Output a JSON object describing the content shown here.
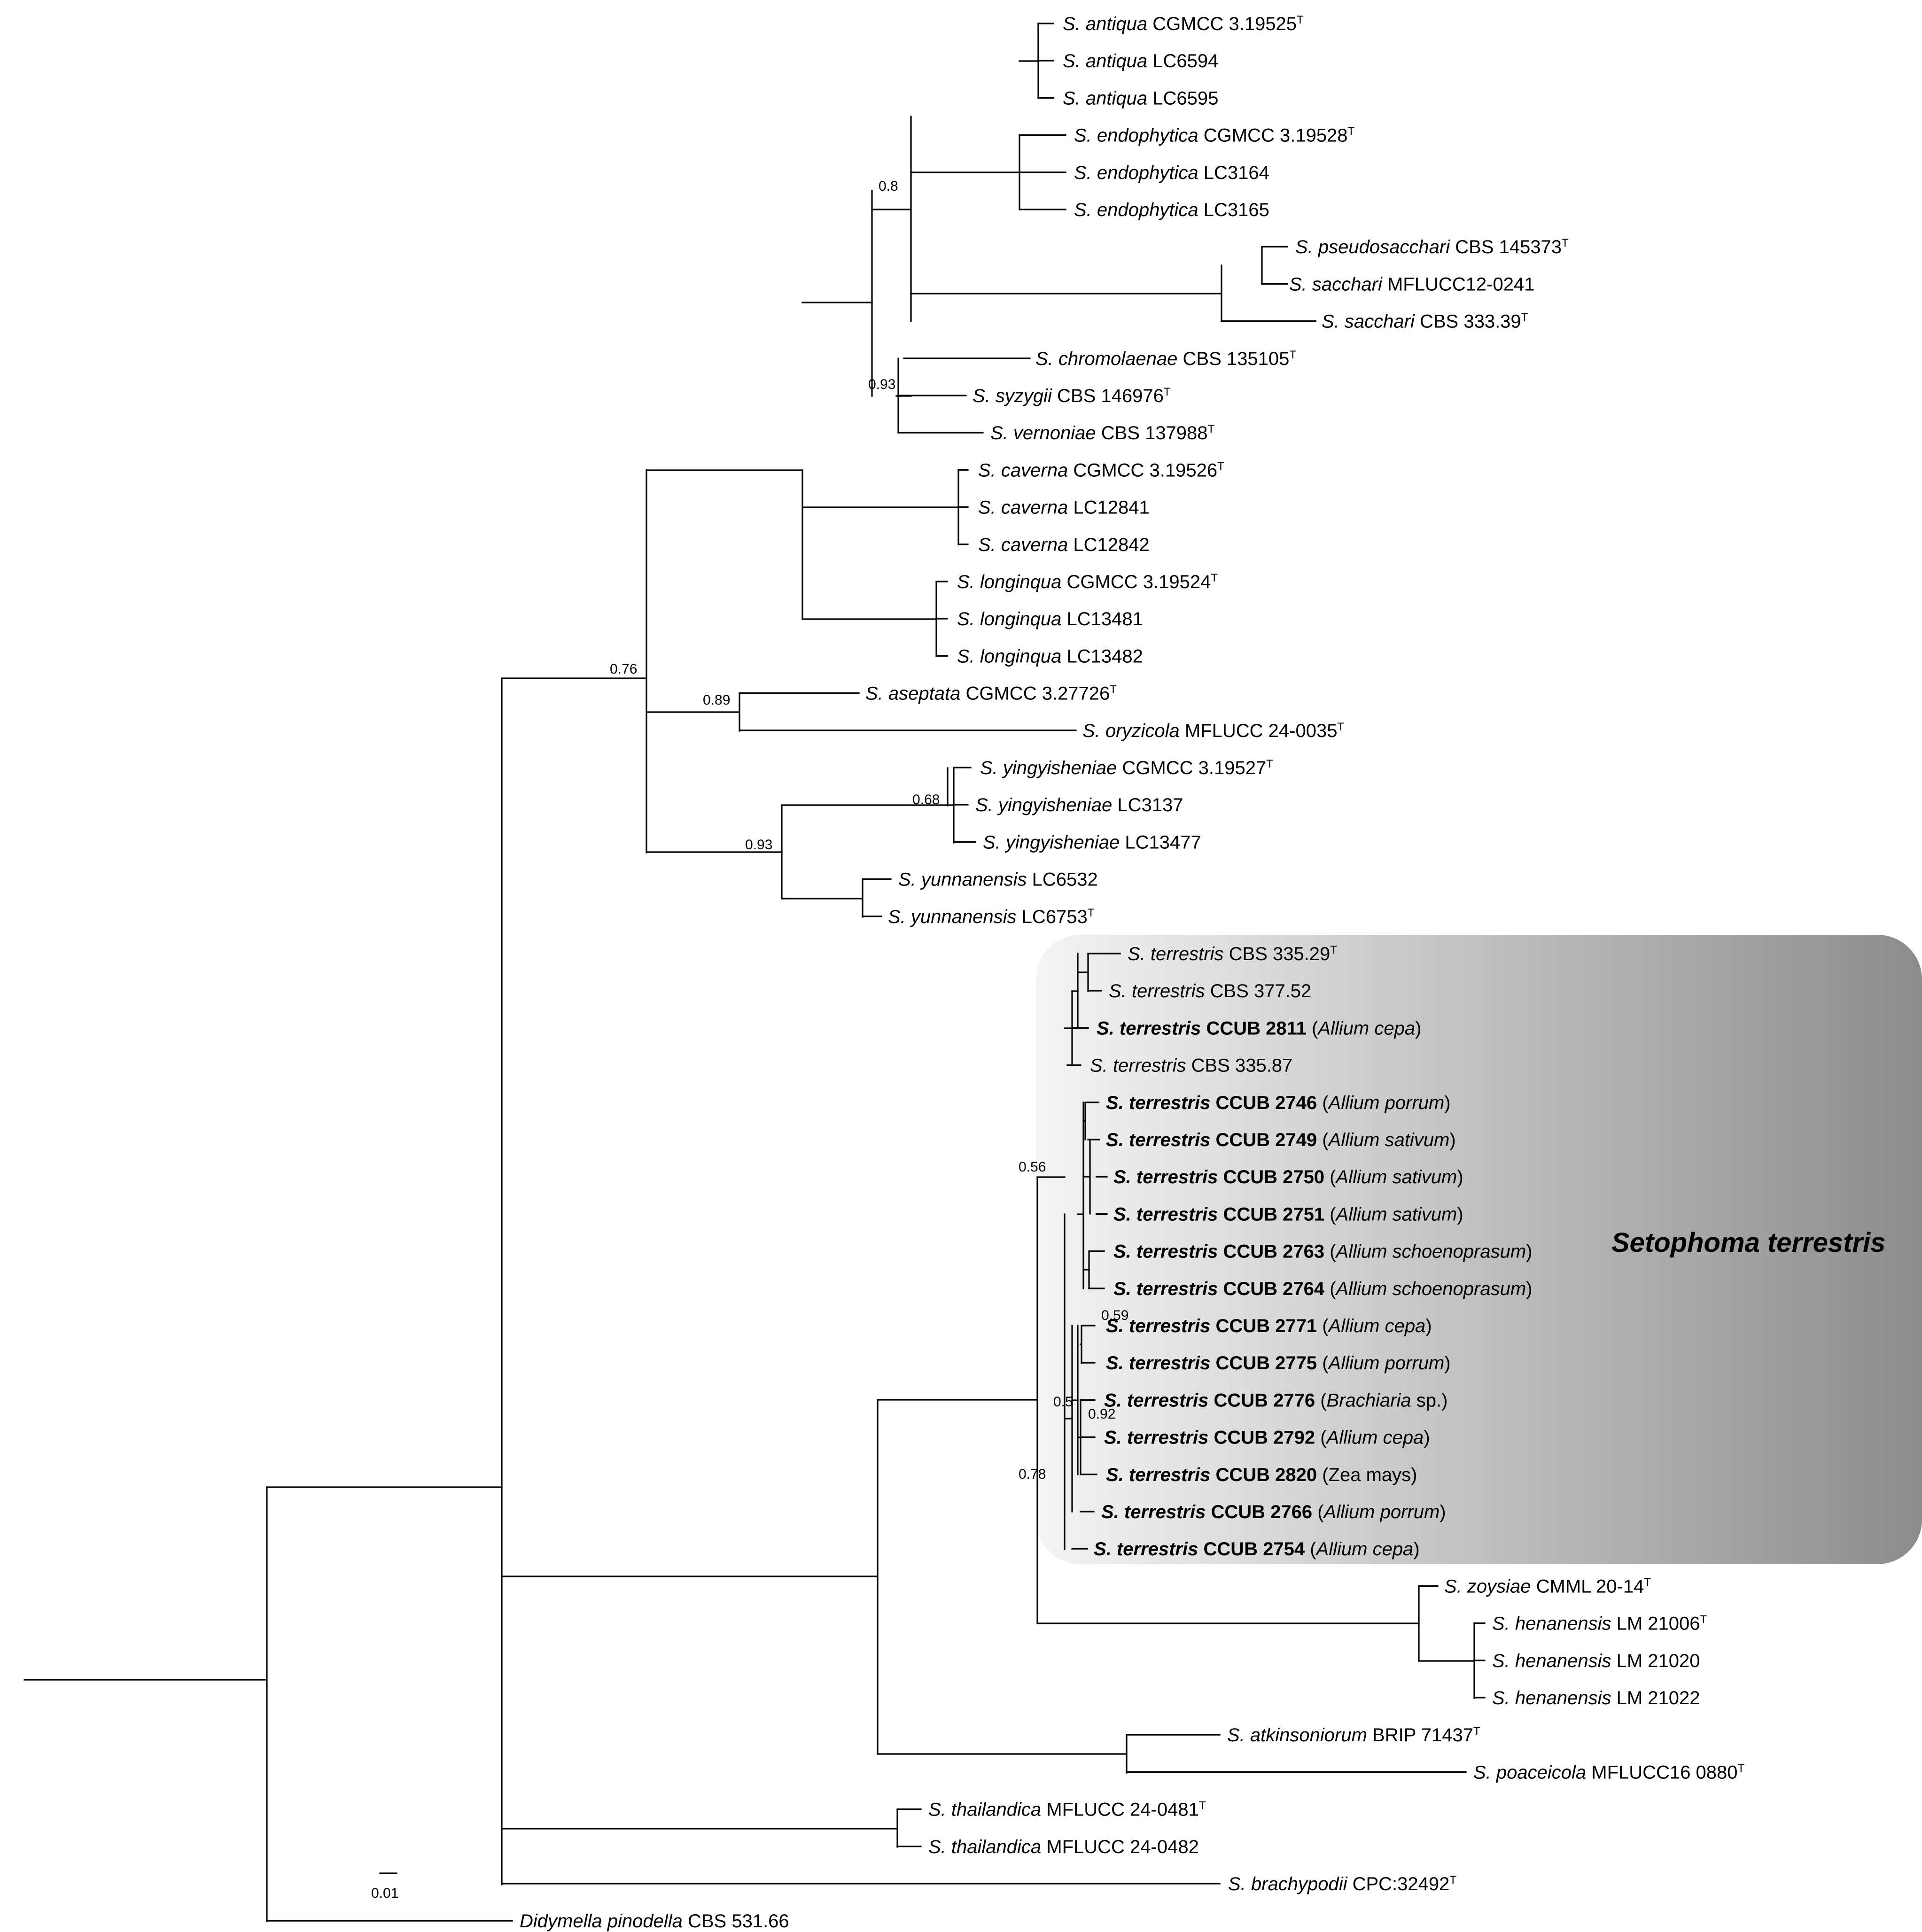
{
  "taxa": [
    {
      "name": "S. antiqua",
      "rest": "CGMCC 3.19525",
      "type": true,
      "bold": false,
      "host": ""
    },
    {
      "name": "S. antiqua",
      "rest": "LC6594",
      "type": false,
      "bold": false,
      "host": ""
    },
    {
      "name": "S. antiqua",
      "rest": "LC6595",
      "type": false,
      "bold": false,
      "host": ""
    },
    {
      "name": "S. endophytica",
      "rest": "CGMCC 3.19528",
      "type": true,
      "bold": false,
      "host": ""
    },
    {
      "name": "S. endophytica",
      "rest": "LC3164",
      "type": false,
      "bold": false,
      "host": ""
    },
    {
      "name": "S. endophytica",
      "rest": "LC3165",
      "type": false,
      "bold": false,
      "host": ""
    },
    {
      "name": "S. pseudosacchari",
      "rest": "CBS 145373",
      "type": true,
      "bold": false,
      "host": ""
    },
    {
      "name": "S. sacchari",
      "rest": "MFLUCC12-0241",
      "type": false,
      "bold": false,
      "host": ""
    },
    {
      "name": "S. sacchari",
      "rest": "CBS 333.39",
      "type": true,
      "bold": false,
      "host": ""
    },
    {
      "name": "S. chromolaenae",
      "rest": "CBS 135105",
      "type": true,
      "bold": false,
      "host": ""
    },
    {
      "name": "S. syzygii",
      "rest": "CBS 146976",
      "type": true,
      "bold": false,
      "host": ""
    },
    {
      "name": "S. vernoniae",
      "rest": "CBS 137988",
      "type": true,
      "bold": false,
      "host": ""
    },
    {
      "name": "S. caverna",
      "rest": "CGMCC 3.19526",
      "type": true,
      "bold": false,
      "host": ""
    },
    {
      "name": "S. caverna",
      "rest": "LC12841",
      "type": false,
      "bold": false,
      "host": ""
    },
    {
      "name": "S. caverna",
      "rest": "LC12842",
      "type": false,
      "bold": false,
      "host": ""
    },
    {
      "name": "S. longinqua",
      "rest": "CGMCC 3.19524",
      "type": true,
      "bold": false,
      "host": ""
    },
    {
      "name": "S. longinqua",
      "rest": "LC13481",
      "type": false,
      "bold": false,
      "host": ""
    },
    {
      "name": "S. longinqua",
      "rest": "LC13482",
      "type": false,
      "bold": false,
      "host": ""
    },
    {
      "name": "S. aseptata",
      "rest": "CGMCC 3.27726",
      "type": true,
      "bold": false,
      "host": ""
    },
    {
      "name": "S. oryzicola",
      "rest": "MFLUCC 24-0035",
      "type": true,
      "bold": false,
      "host": ""
    },
    {
      "name": "S. yingyisheniae",
      "rest": "CGMCC 3.19527",
      "type": true,
      "bold": false,
      "host": ""
    },
    {
      "name": "S. yingyisheniae",
      "rest": "LC3137",
      "type": false,
      "bold": false,
      "host": ""
    },
    {
      "name": "S. yingyisheniae",
      "rest": "LC13477",
      "type": false,
      "bold": false,
      "host": ""
    },
    {
      "name": "S. yunnanensis",
      "rest": "LC6532",
      "type": false,
      "bold": false,
      "host": ""
    },
    {
      "name": "S. yunnanensis",
      "rest": "LC6753",
      "type": true,
      "bold": false,
      "host": ""
    },
    {
      "name": "S. terrestris",
      "rest": "CBS 335.29",
      "type": true,
      "bold": false,
      "host": ""
    },
    {
      "name": "S. terrestris",
      "rest": "CBS 377.52",
      "type": false,
      "bold": false,
      "host": ""
    },
    {
      "name": "S. terrestris",
      "rest": "CCUB 2811",
      "type": false,
      "bold": true,
      "host": "Allium cepa"
    },
    {
      "name": "S. terrestris",
      "rest": "CBS 335.87",
      "type": false,
      "bold": false,
      "host": ""
    },
    {
      "name": "S. terrestris",
      "rest": "CCUB 2746",
      "type": false,
      "bold": true,
      "host": "Allium porrum"
    },
    {
      "name": "S. terrestris",
      "rest": "CCUB 2749",
      "type": false,
      "bold": true,
      "host": "Allium sativum"
    },
    {
      "name": "S. terrestris",
      "rest": "CCUB 2750",
      "type": false,
      "bold": true,
      "host": "Allium sativum"
    },
    {
      "name": "S. terrestris",
      "rest": "CCUB 2751",
      "type": false,
      "bold": true,
      "host": "Allium sativum"
    },
    {
      "name": "S. terrestris",
      "rest": "CCUB 2763",
      "type": false,
      "bold": true,
      "host": "Allium schoenoprasum"
    },
    {
      "name": "S. terrestris",
      "rest": "CCUB 2764",
      "type": false,
      "bold": true,
      "host": "Allium schoenoprasum"
    },
    {
      "name": "S. terrestris",
      "rest": "CCUB 2771",
      "type": false,
      "bold": true,
      "host": "Allium cepa"
    },
    {
      "name": "S. terrestris",
      "rest": "CCUB 2775",
      "type": false,
      "bold": true,
      "host": "Allium porrum"
    },
    {
      "name": "S. terrestris",
      "rest": "CCUB 2776",
      "type": false,
      "bold": true,
      "host": "Brachiaria",
      "host_suffix": " sp."
    },
    {
      "name": "S. terrestris",
      "rest": "CCUB 2792",
      "type": false,
      "bold": true,
      "host": "Allium cepa"
    },
    {
      "name": "S. terrestris",
      "rest": "CCUB 2820",
      "type": false,
      "bold": true,
      "host": "Zea mays",
      "host_upright": true
    },
    {
      "name": "S. terrestris",
      "rest": "CCUB 2766",
      "type": false,
      "bold": true,
      "host": "Allium porrum"
    },
    {
      "name": "S. terrestris",
      "rest": "CCUB 2754",
      "type": false,
      "bold": true,
      "host": "Allium cepa"
    },
    {
      "name": "S. zoysiae",
      "rest": "CMML 20-14",
      "type": true,
      "bold": false,
      "host": ""
    },
    {
      "name": "S. henanensis",
      "rest": "LM 21006",
      "type": true,
      "bold": false,
      "host": ""
    },
    {
      "name": "S. henanensis",
      "rest": "LM 21020",
      "type": false,
      "bold": false,
      "host": ""
    },
    {
      "name": "S. henanensis",
      "rest": "LM 21022",
      "type": false,
      "bold": false,
      "host": ""
    },
    {
      "name": "S. atkinsoniorum",
      "rest": "BRIP 71437",
      "type": true,
      "bold": false,
      "host": ""
    },
    {
      "name": "S. poaceicola",
      "rest": "MFLUCC16 0880",
      "type": true,
      "bold": false,
      "host": ""
    },
    {
      "name": "S. thailandica",
      "rest": "MFLUCC 24-0481",
      "type": true,
      "bold": false,
      "host": ""
    },
    {
      "name": "S. thailandica",
      "rest": "MFLUCC 24-0482",
      "type": false,
      "bold": false,
      "host": ""
    },
    {
      "name": "S. brachypodii",
      "rest": "CPC:32492",
      "type": true,
      "bold": false,
      "host": ""
    },
    {
      "name": "Didymella pinodella",
      "rest": "CBS 531.66",
      "type": false,
      "bold": false,
      "host": ""
    }
  ],
  "type_marker": "T",
  "support_values": [
    "0.8",
    "0.93",
    "0.76",
    "0.89",
    "0.68",
    "0.93",
    "0.56",
    "0.59",
    "0.5",
    "0.92",
    "0.78"
  ],
  "clade_label": "Setophoma terrestris",
  "scale_bar_label": "0.01",
  "colors": {
    "clade_gradient_start": "#f4f4f4",
    "clade_gradient_end": "#8c8c8c",
    "lines": "#000000"
  }
}
